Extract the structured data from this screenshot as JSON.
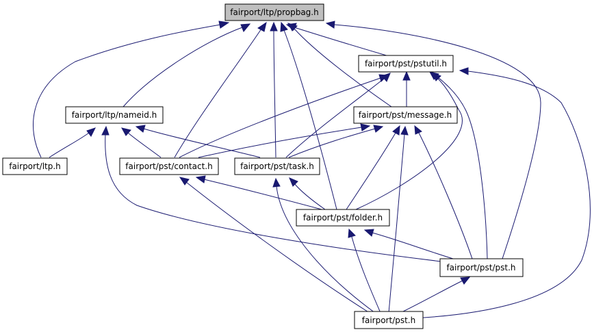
{
  "graph": {
    "nodes": {
      "propbag": "fairport/ltp/propbag.h",
      "pstutil": "fairport/pst/pstutil.h",
      "nameid": "fairport/ltp/nameid.h",
      "message": "fairport/pst/message.h",
      "ltp": "fairport/ltp.h",
      "contact": "fairport/pst/contact.h",
      "task": "fairport/pst/task.h",
      "folder": "fairport/pst/folder.h",
      "pst_pst": "fairport/pst/pst.h",
      "pst": "fairport/pst.h"
    },
    "edges": [
      {
        "from": "pstutil",
        "to": "propbag"
      },
      {
        "from": "nameid",
        "to": "propbag"
      },
      {
        "from": "message",
        "to": "propbag"
      },
      {
        "from": "ltp",
        "to": "propbag"
      },
      {
        "from": "contact",
        "to": "propbag"
      },
      {
        "from": "task",
        "to": "propbag"
      },
      {
        "from": "folder",
        "to": "propbag"
      },
      {
        "from": "pst_pst",
        "to": "propbag"
      },
      {
        "from": "message",
        "to": "pstutil"
      },
      {
        "from": "contact",
        "to": "pstutil"
      },
      {
        "from": "task",
        "to": "pstutil"
      },
      {
        "from": "folder",
        "to": "pstutil"
      },
      {
        "from": "pst_pst",
        "to": "pstutil"
      },
      {
        "from": "pst",
        "to": "pstutil"
      },
      {
        "from": "ltp",
        "to": "nameid"
      },
      {
        "from": "contact",
        "to": "nameid"
      },
      {
        "from": "task",
        "to": "nameid"
      },
      {
        "from": "pst_pst",
        "to": "nameid"
      },
      {
        "from": "contact",
        "to": "message"
      },
      {
        "from": "task",
        "to": "message"
      },
      {
        "from": "folder",
        "to": "message"
      },
      {
        "from": "pst_pst",
        "to": "message"
      },
      {
        "from": "pst",
        "to": "message"
      },
      {
        "from": "folder",
        "to": "contact"
      },
      {
        "from": "pst",
        "to": "contact"
      },
      {
        "from": "folder",
        "to": "task"
      },
      {
        "from": "pst",
        "to": "task"
      },
      {
        "from": "pst_pst",
        "to": "folder"
      },
      {
        "from": "pst",
        "to": "folder"
      },
      {
        "from": "pst",
        "to": "pst_pst"
      }
    ]
  }
}
